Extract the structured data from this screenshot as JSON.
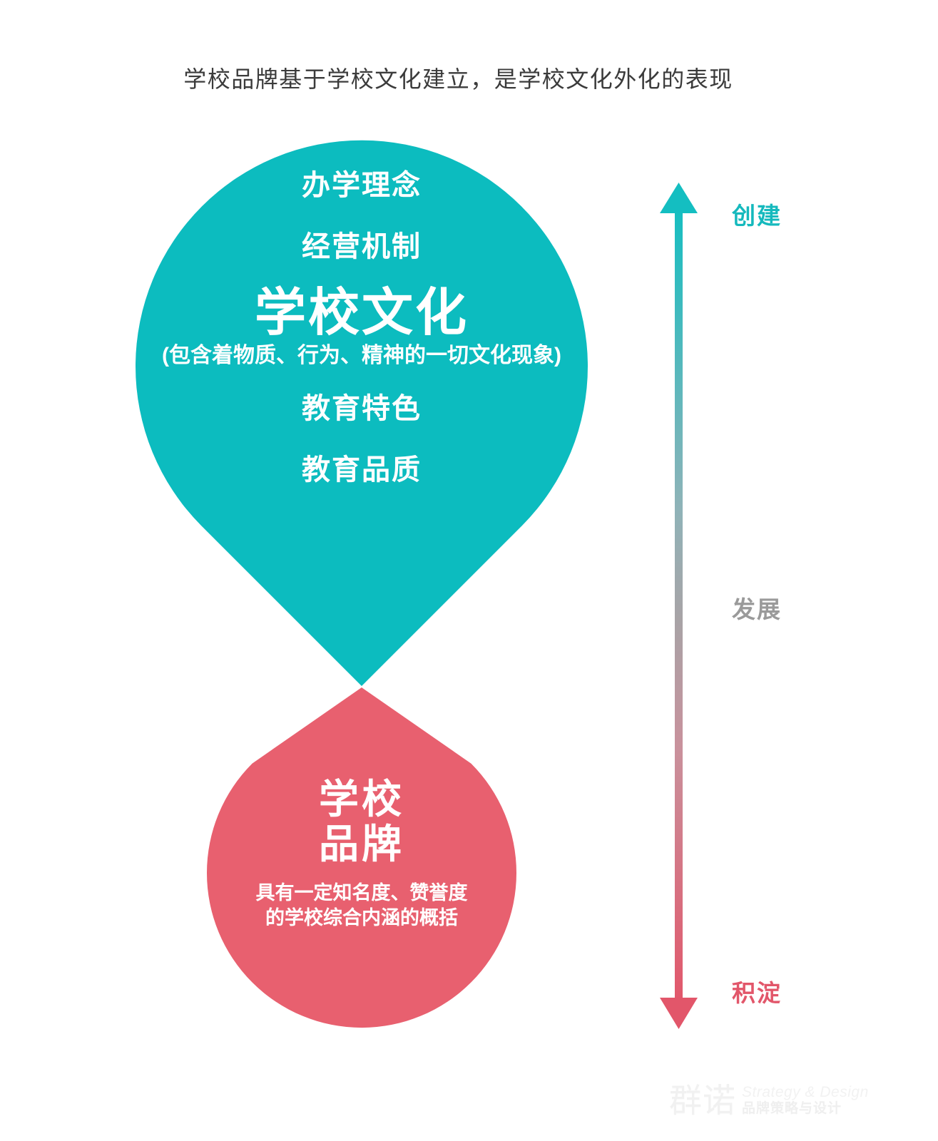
{
  "title": "学校品牌基于学校文化建立，是学校文化外化的表现",
  "colors": {
    "teal": "#0cbcbf",
    "pink": "#e8606f",
    "title_text": "#3b3b3b",
    "label_mid": "#9a9a9a",
    "white": "#ffffff"
  },
  "culture_drop": {
    "top_items": [
      "办学理念",
      "经营机制"
    ],
    "heading": "学校文化",
    "subtitle": "(包含着物质、行为、精神的一切文化现象)",
    "bottom_items": [
      "教育特色",
      "教育品质"
    ]
  },
  "brand_drop": {
    "heading_line1": "学校",
    "heading_line2": "品牌",
    "desc_line1": "具有一定知名度、赞誉度",
    "desc_line2": "的学校综合内涵的概括"
  },
  "axis": {
    "top_label": "创建",
    "middle_label": "发展",
    "bottom_label": "积淀"
  },
  "watermark": {
    "brand_cn": "群诺",
    "brand_en": "Strategy & Design",
    "brand_sub": "品牌策略与设计"
  }
}
